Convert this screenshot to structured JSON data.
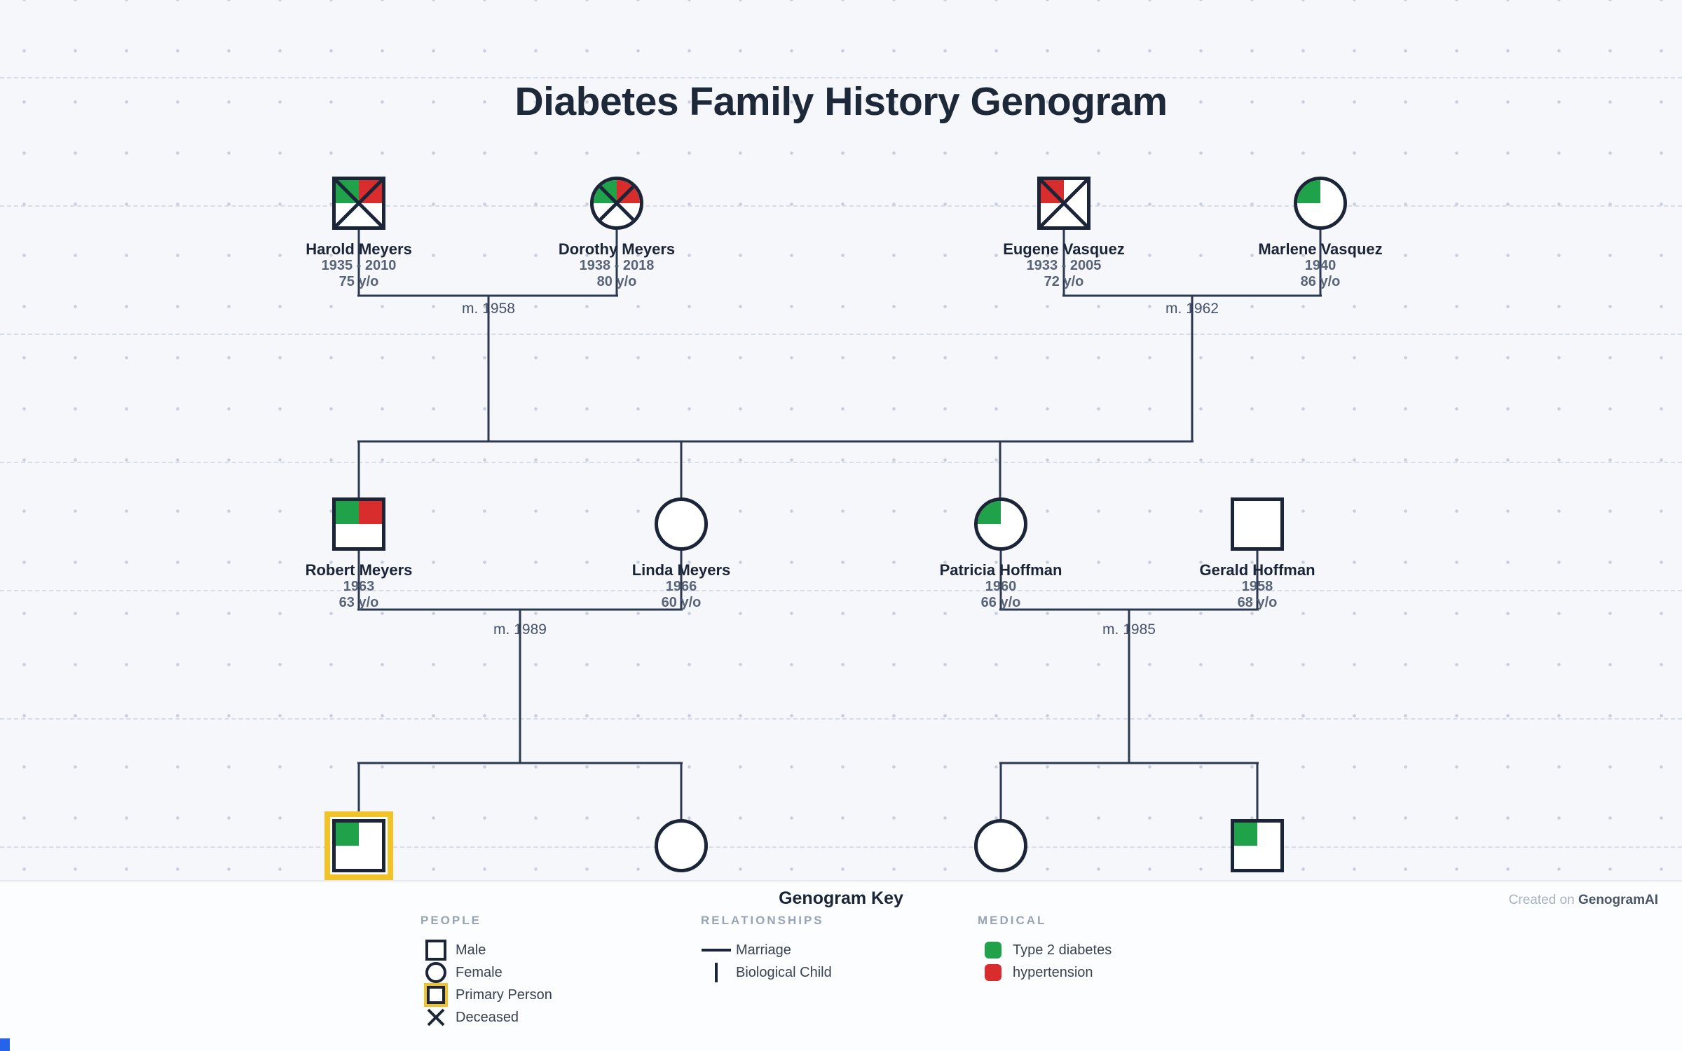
{
  "title": "Diabetes Family History Genogram",
  "attribution": {
    "prefix": "Created on ",
    "brand": "GenogramAI"
  },
  "colors": {
    "background": "#f6f7fa",
    "symbol_outline": "#1b2537",
    "connector": "#2c3850",
    "diabetes_green": "#1fa24a",
    "hypertension_red": "#d92c2c",
    "primary_highlight_yellow": "#f2c229"
  },
  "people": [
    {
      "name": "Harold Meyers",
      "years": "1935 - 2010",
      "age": "75 y/o",
      "sex": "male",
      "deceased": true,
      "primary": false,
      "conditions": [
        "Type 2 diabetes",
        "hypertension"
      ]
    },
    {
      "name": "Dorothy Meyers",
      "years": "1938 - 2018",
      "age": "80 y/o",
      "sex": "female",
      "deceased": true,
      "primary": false,
      "conditions": [
        "Type 2 diabetes",
        "hypertension"
      ]
    },
    {
      "name": "Eugene Vasquez",
      "years": "1933 - 2005",
      "age": "72 y/o",
      "sex": "male",
      "deceased": true,
      "primary": false,
      "conditions": [
        "hypertension"
      ]
    },
    {
      "name": "Marlene Vasquez",
      "years": "1940",
      "age": "86 y/o",
      "sex": "female",
      "deceased": false,
      "primary": false,
      "conditions": [
        "Type 2 diabetes"
      ]
    },
    {
      "name": "Robert Meyers",
      "years": "1963",
      "age": "63 y/o",
      "sex": "male",
      "deceased": false,
      "primary": false,
      "conditions": [
        "Type 2 diabetes",
        "hypertension"
      ]
    },
    {
      "name": "Linda Meyers",
      "years": "1966",
      "age": "60 y/o",
      "sex": "female",
      "deceased": false,
      "primary": false,
      "conditions": []
    },
    {
      "name": "Patricia Hoffman",
      "years": "1960",
      "age": "66 y/o",
      "sex": "female",
      "deceased": false,
      "primary": false,
      "conditions": [
        "Type 2 diabetes"
      ]
    },
    {
      "name": "Gerald Hoffman",
      "years": "1958",
      "age": "68 y/o",
      "sex": "male",
      "deceased": false,
      "primary": false,
      "conditions": []
    },
    {
      "sex": "male",
      "deceased": false,
      "primary": true,
      "conditions": [
        "Type 2 diabetes"
      ]
    },
    {
      "sex": "female",
      "deceased": false,
      "primary": false,
      "conditions": []
    },
    {
      "sex": "female",
      "deceased": false,
      "primary": false,
      "conditions": []
    },
    {
      "sex": "male",
      "deceased": false,
      "primary": false,
      "conditions": [
        "Type 2 diabetes"
      ]
    }
  ],
  "marriages": [
    {
      "label": "m. 1958"
    },
    {
      "label": "m. 1962"
    },
    {
      "label": "m. 1989"
    },
    {
      "label": "m. 1985"
    }
  ],
  "key": {
    "title": "Genogram Key",
    "sections": [
      {
        "header": "PEOPLE",
        "items": [
          {
            "label": "Male"
          },
          {
            "label": "Female"
          },
          {
            "label": "Primary Person"
          },
          {
            "label": "Deceased"
          }
        ]
      },
      {
        "header": "RELATIONSHIPS",
        "items": [
          {
            "label": "Marriage"
          },
          {
            "label": "Biological Child"
          }
        ]
      },
      {
        "header": "MEDICAL",
        "items": [
          {
            "label": "Type 2 diabetes"
          },
          {
            "label": "hypertension"
          }
        ]
      }
    ]
  }
}
